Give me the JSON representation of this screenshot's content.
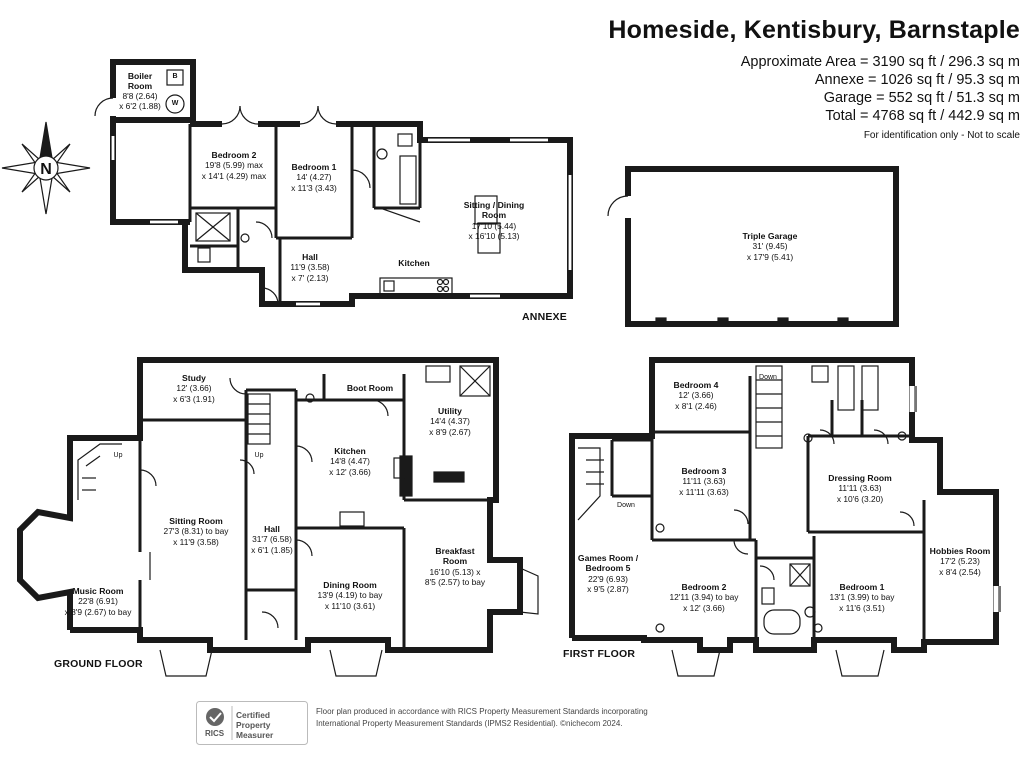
{
  "header": {
    "title": "Homeside, Kentisbury, Barnstaple",
    "areas": [
      "Approximate Area = 3190 sq ft / 296.3 sq m",
      "Annexe = 1026 sq ft / 95.3 sq m",
      "Garage = 552 sq ft / 51.3 sq m",
      "Total = 4768 sq ft / 442.9 sq m"
    ],
    "note": "For identification only - Not to scale"
  },
  "compass": {
    "letter": "N",
    "icon": "compass-rose-icon"
  },
  "floors": {
    "annexe": "ANNEXE",
    "ground": "GROUND FLOOR",
    "first": "FIRST FLOOR"
  },
  "annexe": {
    "boiler": {
      "name": "Boiler Room",
      "dims": [
        "8'8 (2.64)",
        "x 6'2 (1.88)"
      ],
      "b": "B",
      "w": "W"
    },
    "bed2": {
      "name": "Bedroom 2",
      "dims": [
        "19'8 (5.99) max",
        "x 14'1 (4.29) max"
      ]
    },
    "bed1": {
      "name": "Bedroom 1",
      "dims": [
        "14' (4.27)",
        "x 11'3 (3.43)"
      ]
    },
    "sitting": {
      "name": "Sitting / Dining Room",
      "dims": [
        "17'10 (5.44)",
        "x 16'10 (5.13)"
      ]
    },
    "hall": {
      "name": "Hall",
      "dims": [
        "11'9 (3.58)",
        "x 7' (2.13)"
      ]
    },
    "kitchen": {
      "name": "Kitchen"
    }
  },
  "garage": {
    "name": "Triple Garage",
    "dims": [
      "31' (9.45)",
      "x 17'9 (5.41)"
    ]
  },
  "ground": {
    "study": {
      "name": "Study",
      "dims": [
        "12' (3.66)",
        "x 6'3 (1.91)"
      ]
    },
    "boot": {
      "name": "Boot Room"
    },
    "utility": {
      "name": "Utility",
      "dims": [
        "14'4 (4.37)",
        "x 8'9 (2.67)"
      ]
    },
    "kitchen": {
      "name": "Kitchen",
      "dims": [
        "14'8 (4.47)",
        "x 12' (3.66)"
      ]
    },
    "sitting": {
      "name": "Sitting Room",
      "dims": [
        "27'3 (8.31) to bay",
        "x 11'9 (3.58)"
      ]
    },
    "hall": {
      "name": "Hall",
      "dims": [
        "31'7 (6.58)",
        "x 6'1 (1.85)"
      ]
    },
    "music": {
      "name": "Music Room",
      "dims": [
        "22'8 (6.91)",
        "x 8'9 (2.67) to bay"
      ]
    },
    "dining": {
      "name": "Dining Room",
      "dims": [
        "13'9 (4.19) to bay",
        "x 11'10 (3.61)"
      ]
    },
    "breakfast": {
      "name": "Breakfast Room",
      "dims": [
        "16'10 (5.13) x",
        "8'5 (2.57) to bay"
      ]
    },
    "up1": "Up",
    "up2": "Up"
  },
  "first": {
    "bed4": {
      "name": "Bedroom 4",
      "dims": [
        "12' (3.66)",
        "x 8'1 (2.46)"
      ]
    },
    "bed3": {
      "name": "Bedroom 3",
      "dims": [
        "11'11 (3.63)",
        "x 11'11 (3.63)"
      ]
    },
    "dressing": {
      "name": "Dressing Room",
      "dims": [
        "11'11 (3.63)",
        "x 10'6 (3.20)"
      ]
    },
    "games": {
      "name": "Games Room / Bedroom 5",
      "dims": [
        "22'9 (6.93)",
        "x 9'5 (2.87)"
      ]
    },
    "bed2": {
      "name": "Bedroom 2",
      "dims": [
        "12'11 (3.94) to bay",
        "x 12' (3.66)"
      ]
    },
    "bed1": {
      "name": "Bedroom 1",
      "dims": [
        "13'1 (3.99) to bay",
        "x 11'6 (3.51)"
      ]
    },
    "hobbies": {
      "name": "Hobbies Room",
      "dims": [
        "17'2 (5.23)",
        "x 8'4 (2.54)"
      ]
    },
    "down1": "Down",
    "down2": "Down"
  },
  "footer": {
    "badge": [
      "Certified",
      "Property",
      "Measurer"
    ],
    "rics": "RICS",
    "lines": [
      "Floor plan produced in accordance with RICS Property Measurement Standards incorporating",
      "International Property Measurement Standards (IPMS2 Residential).  ©nichecom 2024."
    ]
  }
}
